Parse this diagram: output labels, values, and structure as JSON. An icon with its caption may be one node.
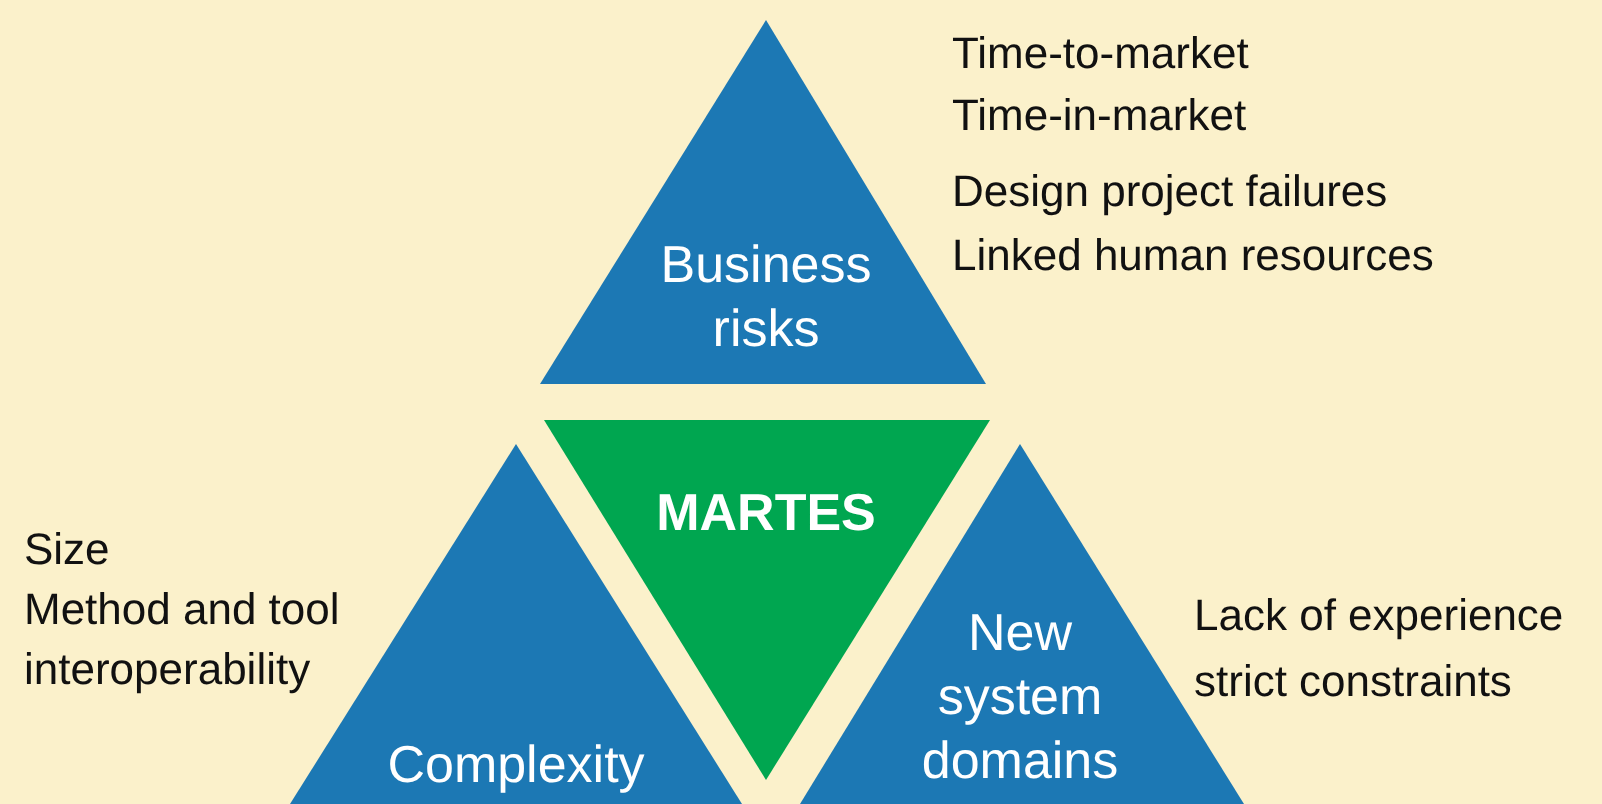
{
  "diagram": {
    "nodes": [
      {
        "text": [
          "Business risks"
        ],
        "beside": [
          "Time-to-market",
          "Time-in-market",
          "Design project failures",
          "Linked human resources"
        ]
      },
      {
        "text": [
          "MARTES"
        ]
      },
      {
        "text": [
          "Complexity"
        ],
        "beside": [
          "Size",
          "Method and tool interoperability"
        ]
      },
      {
        "text": [
          "New system domains"
        ],
        "beside": [
          "Lack of experience",
          "strict constraints"
        ]
      }
    ],
    "edges": []
  }
}
